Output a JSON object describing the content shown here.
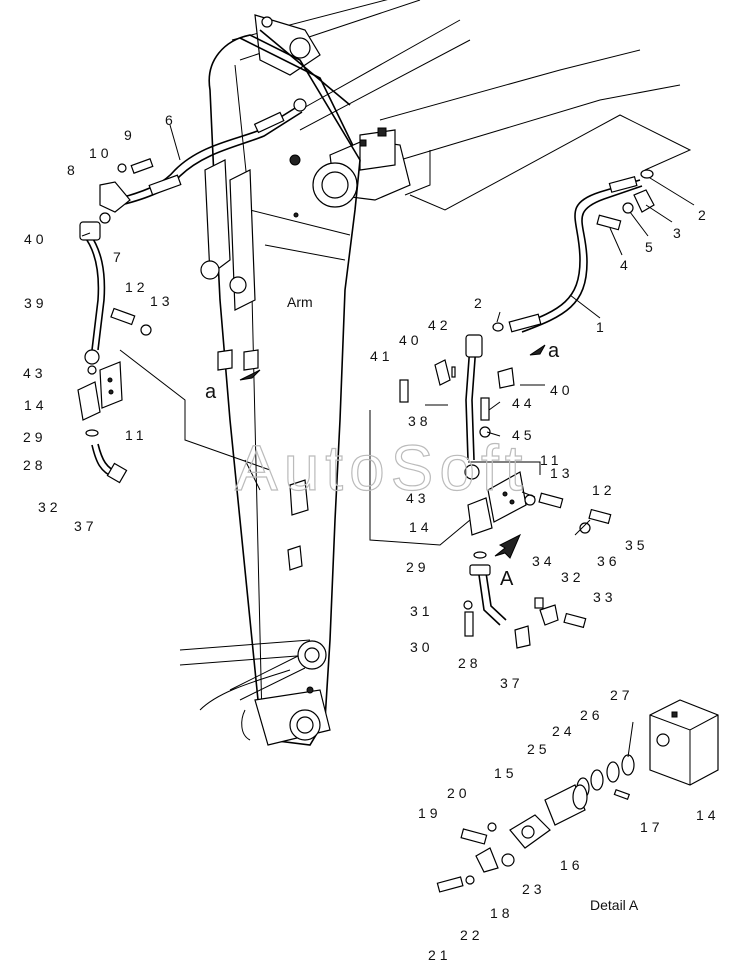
{
  "labels": {
    "arm": "Arm",
    "detail": "Detail A",
    "view_letter": "A",
    "ref_a_left": "a",
    "ref_a_right": "a",
    "watermark": "AutoSoft"
  },
  "callouts": {
    "p1": "1",
    "p2a": "2",
    "p2b": "2",
    "p3": "3",
    "p4": "4",
    "p5": "5",
    "p6": "6",
    "p7": "7",
    "p8": "8",
    "p9": "9",
    "p10": "10",
    "p11a": "11",
    "p11b": "11",
    "p12a": "12",
    "p12b": "12",
    "p13a": "13",
    "p13b": "13",
    "p14a": "14",
    "p14b": "14",
    "p14c": "14",
    "p15": "15",
    "p16": "16",
    "p17": "17",
    "p18": "18",
    "p19": "19",
    "p20": "20",
    "p21": "21",
    "p22": "22",
    "p23": "23",
    "p24": "24",
    "p25": "25",
    "p26": "26",
    "p27": "27",
    "p28a": "28",
    "p28b": "28",
    "p29a": "29",
    "p29b": "29",
    "p30": "30",
    "p31": "31",
    "p32a": "32",
    "p32b": "32",
    "p33": "33",
    "p34": "34",
    "p35": "35",
    "p36": "36",
    "p37a": "37",
    "p37b": "37",
    "p38": "38",
    "p39": "39",
    "p40a": "40",
    "p40b": "40",
    "p40c": "40",
    "p41": "41",
    "p42": "42",
    "p43a": "43",
    "p43b": "43",
    "p44": "44",
    "p45": "45"
  }
}
